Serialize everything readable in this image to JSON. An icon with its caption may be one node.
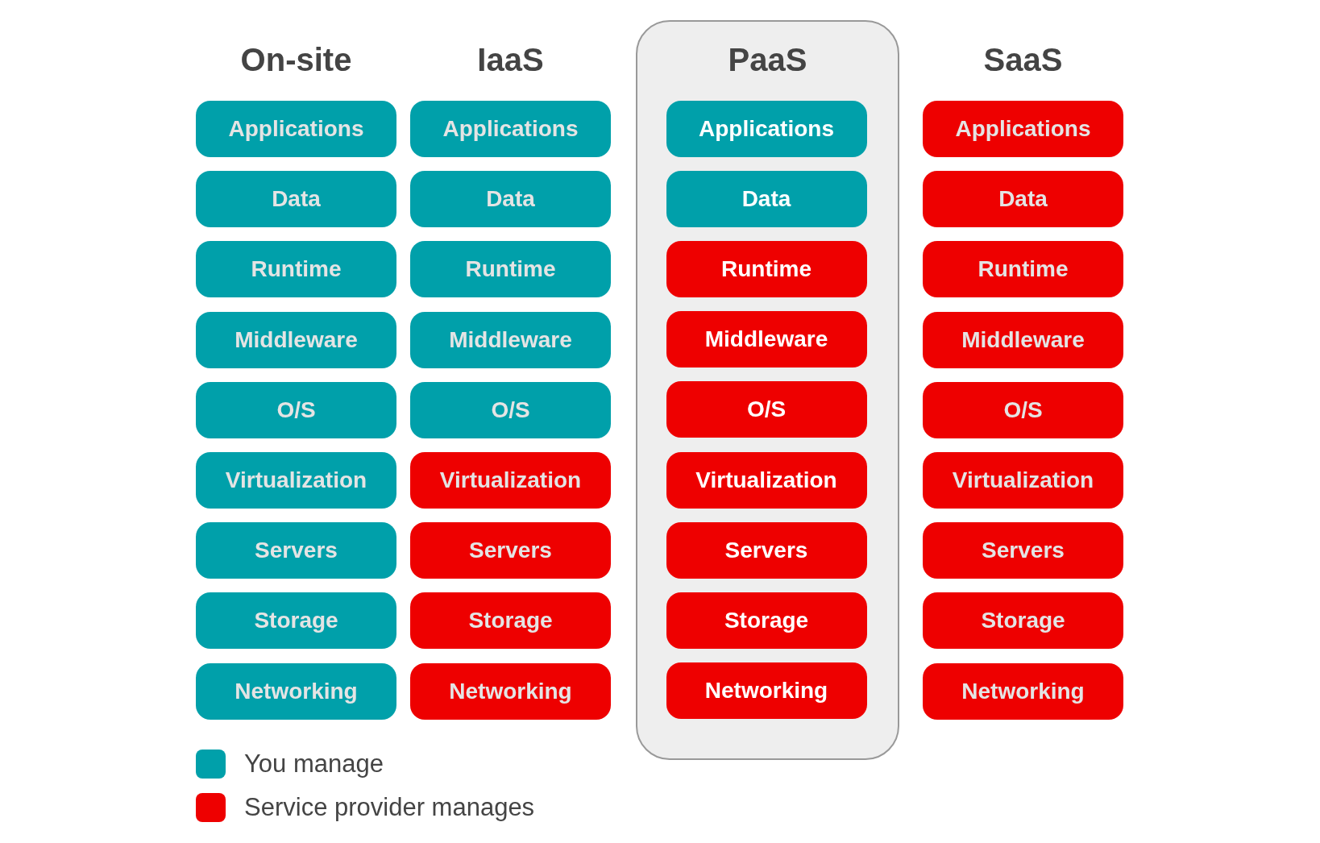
{
  "diagram": {
    "nodes": [
      {
        "text": [
          "Applications"
        ]
      },
      {
        "text": [
          "Data"
        ]
      },
      {
        "text": [
          "Runtime"
        ]
      },
      {
        "text": [
          "Middleware"
        ]
      },
      {
        "text": [
          "O/S"
        ]
      },
      {
        "text": [
          "Virtualization"
        ]
      },
      {
        "text": [
          "Servers"
        ]
      },
      {
        "text": [
          "Storage"
        ]
      },
      {
        "text": [
          "Networking"
        ]
      },
      {
        "text": [
          "Applications"
        ]
      },
      {
        "text": [
          "Data"
        ]
      },
      {
        "text": [
          "Runtime"
        ]
      },
      {
        "text": [
          "Middleware"
        ]
      },
      {
        "text": [
          "O/S"
        ]
      },
      {
        "text": [
          "Virtualization"
        ]
      },
      {
        "text": [
          "Servers"
        ]
      },
      {
        "text": [
          "Storage"
        ]
      },
      {
        "text": [
          "Networking"
        ]
      },
      {
        "text": [
          "PaaS"
        ]
      },
      {
        "text": [
          "Applications"
        ],
        "in": 18
      },
      {
        "text": [
          "Data"
        ],
        "in": 18
      },
      {
        "text": [
          "Runtime"
        ],
        "in": 18
      },
      {
        "text": [
          "Middleware"
        ],
        "in": 18
      },
      {
        "text": [
          "O/S"
        ],
        "in": 18
      },
      {
        "text": [
          "Virtualization"
        ],
        "in": 18
      },
      {
        "text": [
          "Servers"
        ],
        "in": 18
      },
      {
        "text": [
          "Storage"
        ],
        "in": 18
      },
      {
        "text": [
          "Networking"
        ],
        "in": 18
      },
      {
        "text": [
          "Applications"
        ]
      },
      {
        "text": [
          "Data"
        ]
      },
      {
        "text": [
          "Runtime"
        ]
      },
      {
        "text": [
          "Middleware"
        ]
      },
      {
        "text": [
          "O/S"
        ]
      },
      {
        "text": [
          "Virtualization"
        ]
      },
      {
        "text": [
          "Servers"
        ]
      },
      {
        "text": [
          "Storage"
        ]
      },
      {
        "text": [
          "Networking"
        ]
      }
    ],
    "labels": [
      "On-site",
      "IaaS",
      "SaaS"
    ],
    "legend": [
      {
        "text": "You manage",
        "color": "#00a0aa"
      },
      {
        "text": "Service provider manages",
        "color": "#ee0000"
      }
    ]
  }
}
